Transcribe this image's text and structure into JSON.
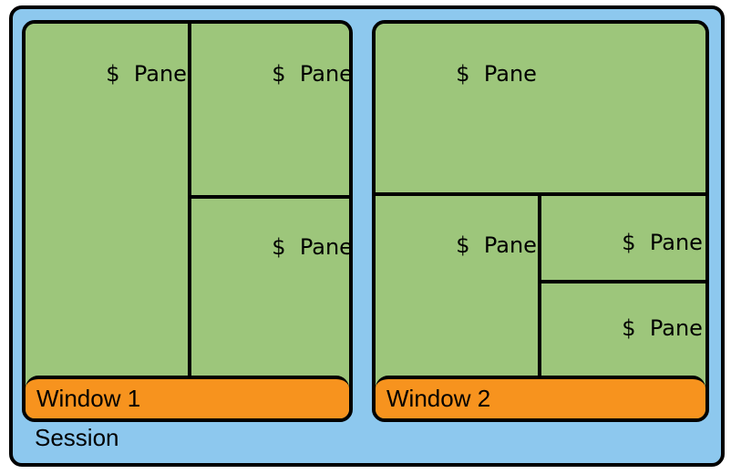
{
  "colors": {
    "session_bg": "#8dc8ee",
    "pane_bg": "#9dc67b",
    "window_bar_bg": "#f7931e",
    "border": "#000000"
  },
  "session": {
    "label": "Session"
  },
  "windows": [
    {
      "label": "Window 1",
      "panes": [
        {
          "prompt": "$",
          "label": "Pane"
        },
        {
          "prompt": "$",
          "label": "Pane"
        },
        {
          "prompt": "$",
          "label": "Pane"
        }
      ]
    },
    {
      "label": "Window 2",
      "panes": [
        {
          "prompt": "$",
          "label": "Pane"
        },
        {
          "prompt": "$",
          "label": "Pane"
        },
        {
          "prompt": "$",
          "label": "Pane"
        },
        {
          "prompt": "$",
          "label": "Pane"
        }
      ]
    }
  ]
}
